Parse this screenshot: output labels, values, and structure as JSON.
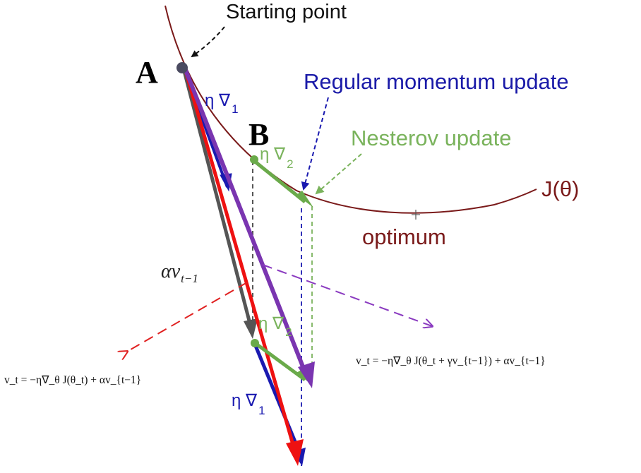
{
  "labels": {
    "starting_point": "Starting point",
    "point_a": "A",
    "point_b": "B",
    "regular_momentum": "Regular momentum update",
    "nesterov": "Nesterov update",
    "cost_function": "J(θ)",
    "optimum": "optimum",
    "eta_grad_1_top": "η ∇",
    "eta_grad_1_top_sub": "1",
    "eta_grad_2_top": "η ∇",
    "eta_grad_2_top_sub": "2",
    "eta_grad_2_bottom": "η ∇",
    "eta_grad_2_bottom_sub": "2",
    "eta_grad_1_bottom": "η ∇",
    "eta_grad_1_bottom_sub": "1",
    "alpha_v": "αv",
    "alpha_v_sub": "t−1"
  },
  "formulas": {
    "momentum": "v_t = −η∇_θ J(θ_t) + αv_{t−1}",
    "nesterov": "v_t = −η∇_θ J(θ_t + γv_{t−1}) + αv_{t−1}"
  },
  "colors": {
    "curve": "#7a1a1a",
    "gray_arrow": "#555555",
    "red_arrow": "#ee1111",
    "blue_arrow": "#1a1ab0",
    "purple_arrow": "#7a35b0",
    "green_arrow": "#6aaa4a",
    "momentum_label": "#1a1aa8",
    "nesterov_label": "#7ab35c",
    "red_dashed": "#e02020",
    "purple_dashed": "#8a3ac0"
  }
}
